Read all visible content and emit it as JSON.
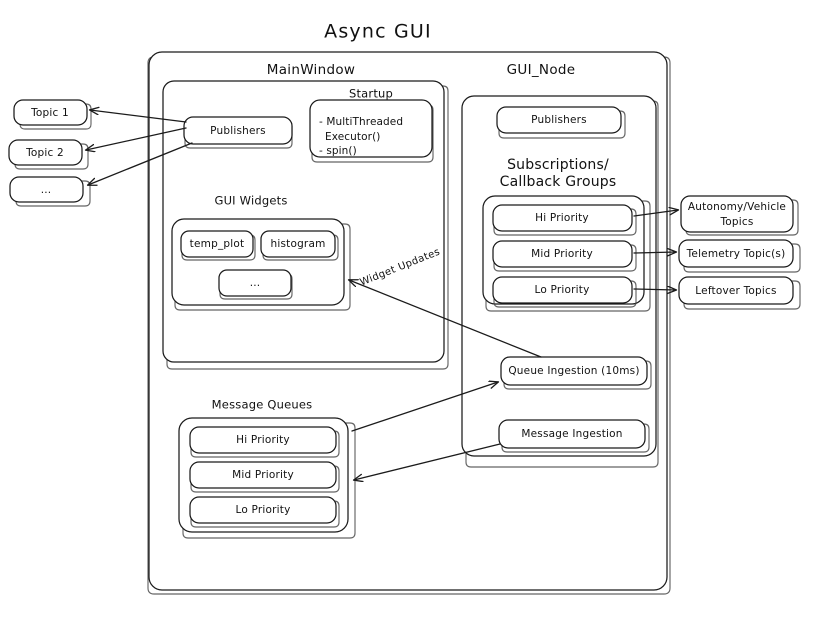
{
  "title": "Async  GUI",
  "external_topics_left": [
    {
      "label": "Topic 1"
    },
    {
      "label": "Topic 2"
    },
    {
      "label": "..."
    }
  ],
  "external_topics_right": [
    {
      "label": "Autonomy/Vehicle",
      "label2": "Topics"
    },
    {
      "label": "Telemetry Topic(s)",
      "label2": ""
    },
    {
      "label": "Leftover Topics",
      "label2": ""
    }
  ],
  "main_window": {
    "title": "MainWindow",
    "publishers_label": "Publishers",
    "startup": {
      "title": "Startup",
      "lines": [
        "- MultiThreaded",
        "Executor()",
        "- spin()"
      ]
    },
    "gui_widgets": {
      "title": "GUI Widgets",
      "widgets": [
        {
          "label": "temp_plot"
        },
        {
          "label": "histogram"
        },
        {
          "label": "..."
        }
      ]
    }
  },
  "message_queues": {
    "title": "Message Queues",
    "queues": [
      {
        "label": "Hi Priority"
      },
      {
        "label": "Mid Priority"
      },
      {
        "label": "Lo Priority"
      }
    ]
  },
  "gui_node": {
    "title": "GUI_Node",
    "publishers_label": "Publishers",
    "subscriptions": {
      "title_line1": "Subscriptions/",
      "title_line2": "Callback Groups",
      "groups": [
        {
          "label": "Hi Priority"
        },
        {
          "label": "Mid Priority"
        },
        {
          "label": "Lo Priority"
        }
      ]
    },
    "queue_ingestion_label": "Queue Ingestion (10ms)",
    "message_ingestion_label": "Message Ingestion"
  },
  "edges": {
    "widget_updates_label": "Widget Updates"
  },
  "colors": {
    "stroke": "#1b1b1b",
    "background": "#ffffff",
    "text": "#111111"
  }
}
